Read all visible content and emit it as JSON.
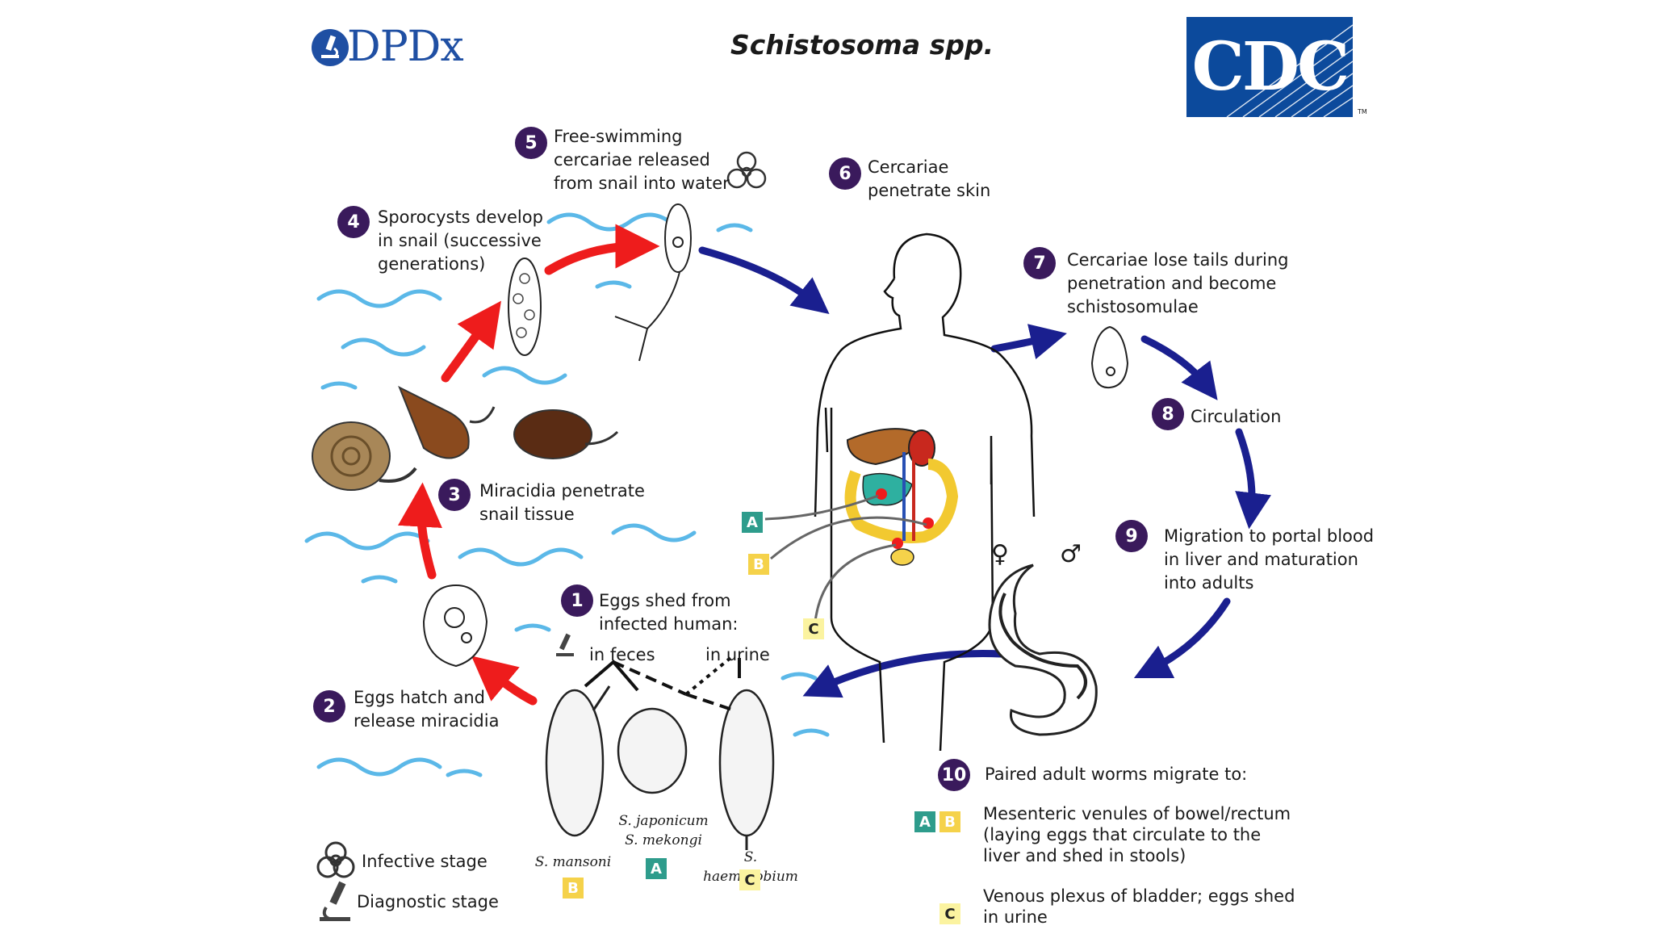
{
  "header": {
    "title": "Schistosoma spp.",
    "left_logo": "DPDx",
    "right_logo": "CDC",
    "right_logo_mark": "TM"
  },
  "steps": [
    {
      "num": "1",
      "text": "Eggs shed from\ninfected human:"
    },
    {
      "num": "2",
      "text": "Eggs hatch and\nrelease miracidia"
    },
    {
      "num": "3",
      "text": "Miracidia penetrate\nsnail tissue"
    },
    {
      "num": "4",
      "text": "Sporocysts develop\nin snail (successive\ngenerations)"
    },
    {
      "num": "5",
      "text": "Free-swimming\ncercariae released\nfrom snail into water"
    },
    {
      "num": "6",
      "text": "Cercariae\npenetrate skin"
    },
    {
      "num": "7",
      "text": "Cercariae lose tails during\npenetration and become\nschistosomulae"
    },
    {
      "num": "8",
      "text": "Circulation"
    },
    {
      "num": "9",
      "text": "Migration to portal blood\nin liver and maturation\ninto adults"
    },
    {
      "num": "10",
      "text": "Paired adult worms migrate to:"
    }
  ],
  "egg_routes": {
    "feces": "in feces",
    "urine": "in urine"
  },
  "species": {
    "mansoni": "S. mansoni",
    "japonicum": "S. japonicum\nS. mekongi",
    "haematobium": "S. haematobium"
  },
  "letters": {
    "a": "A",
    "b": "B",
    "c": "C"
  },
  "destinations": {
    "ab": "Mesenteric venules of bowel/rectum\n(laying eggs that circulate to the\nliver and shed in stools)",
    "c": "Venous plexus of bladder; eggs shed\nin urine"
  },
  "legend": {
    "infective": "Infective stage",
    "diagnostic": "Diagnostic stage"
  },
  "sex_symbols": {
    "female": "♀",
    "male": "♂"
  },
  "colors": {
    "badge": "#3a1a5c",
    "red_arrow": "#ee1c1c",
    "blue_arrow": "#1a1f8f",
    "water": "#5bb8e8",
    "letter_a": "#2e9c8c",
    "letter_b": "#f5d24a",
    "letter_c": "#fbf3a0",
    "brand_blue": "#0c4a9c"
  }
}
